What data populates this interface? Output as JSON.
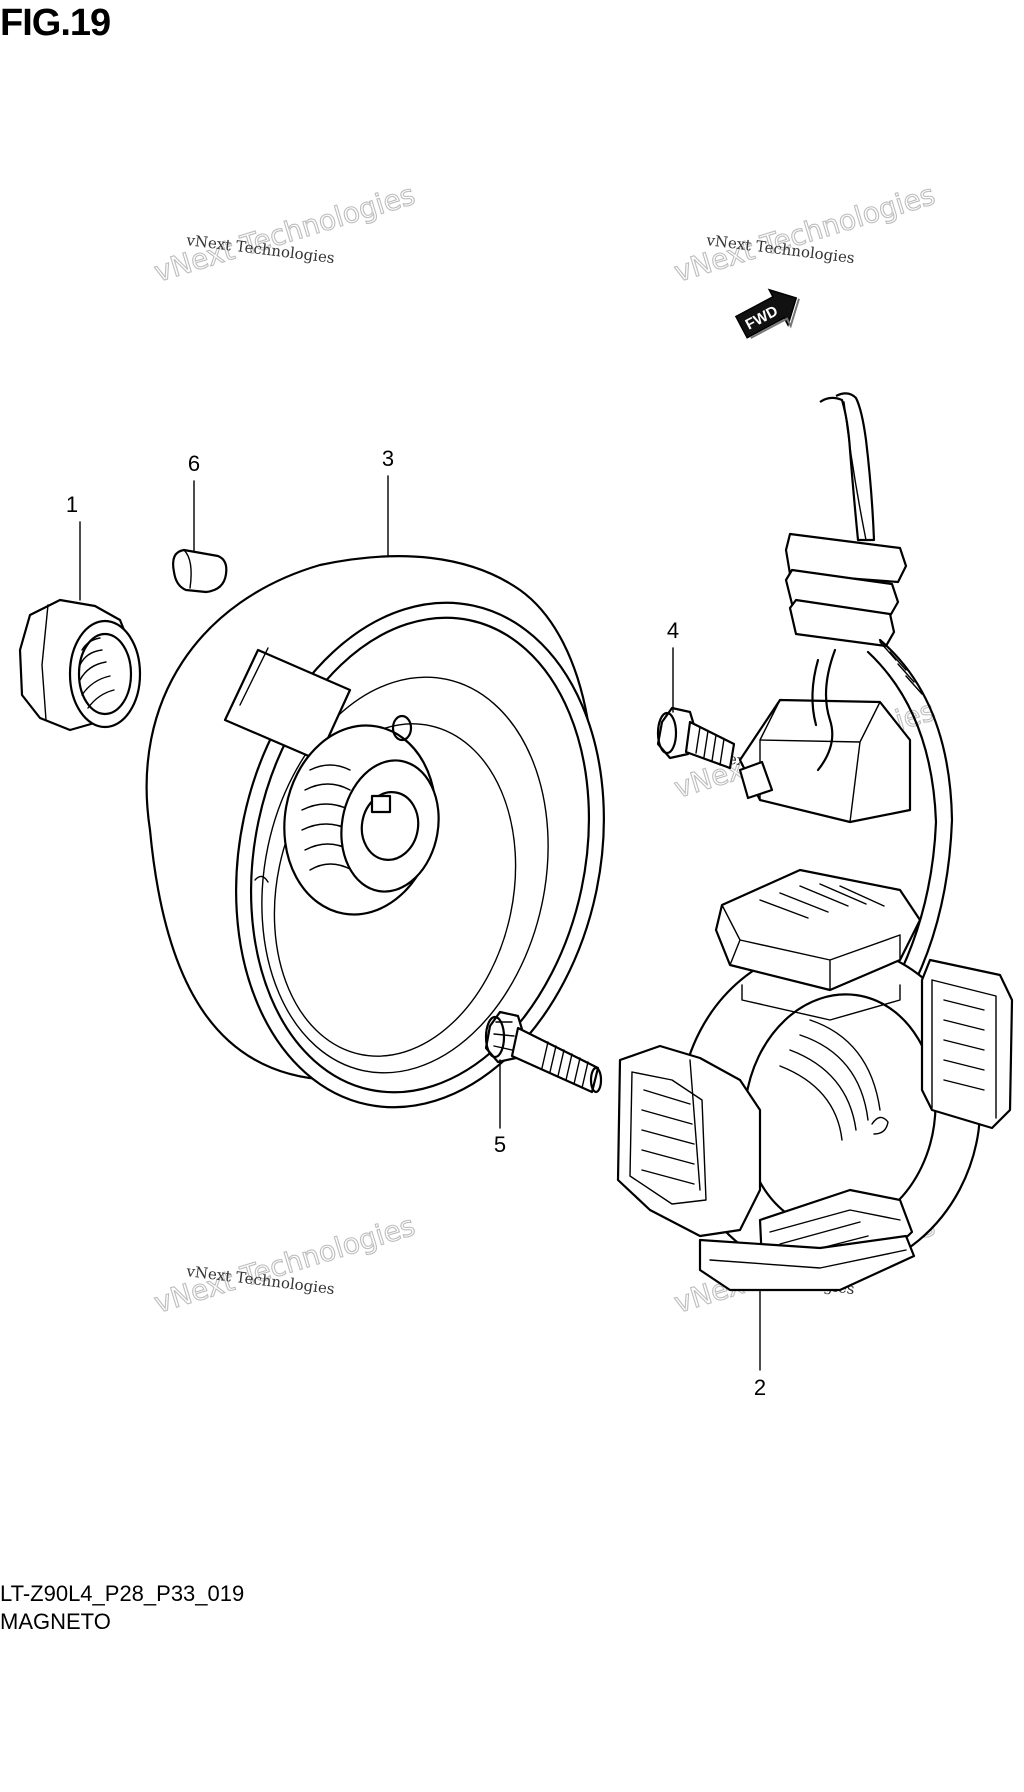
{
  "figure": {
    "title": "FIG.19",
    "code": "LT-Z90L4_P28_P33_019",
    "name": "MAGNETO"
  },
  "watermark": {
    "large": "vNext Technologies",
    "small": "vNext Technologies"
  },
  "direction_badge": {
    "label": "FWD"
  },
  "callouts": [
    {
      "number": "1",
      "part": "nut"
    },
    {
      "number": "2",
      "part": "stator"
    },
    {
      "number": "3",
      "part": "rotor"
    },
    {
      "number": "4",
      "part": "bolt"
    },
    {
      "number": "5",
      "part": "bolt"
    },
    {
      "number": "6",
      "part": "key"
    }
  ]
}
